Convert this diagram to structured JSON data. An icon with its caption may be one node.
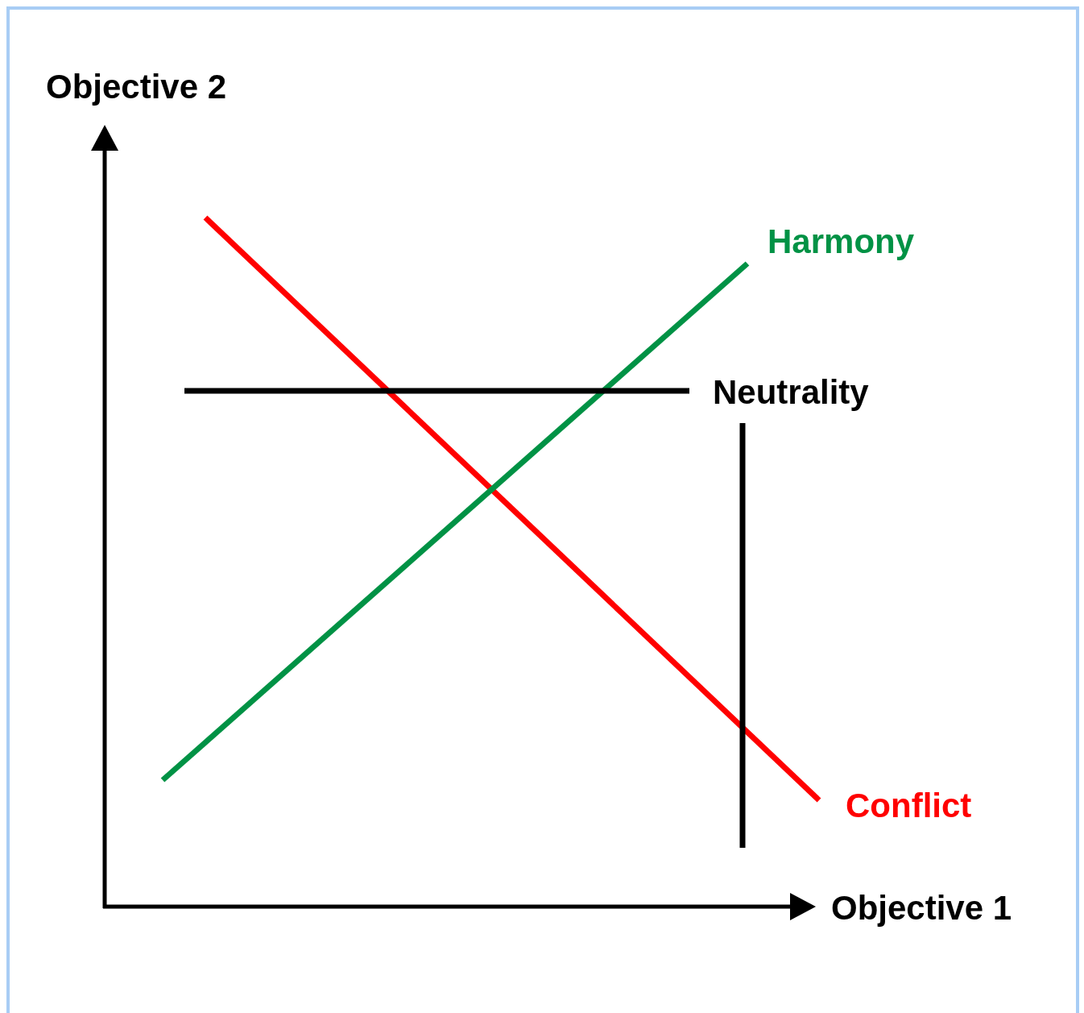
{
  "diagram": {
    "labels": [
      "Objective 2",
      "Harmony",
      "Neutrality",
      "Conflict",
      "Objective 1"
    ]
  }
}
